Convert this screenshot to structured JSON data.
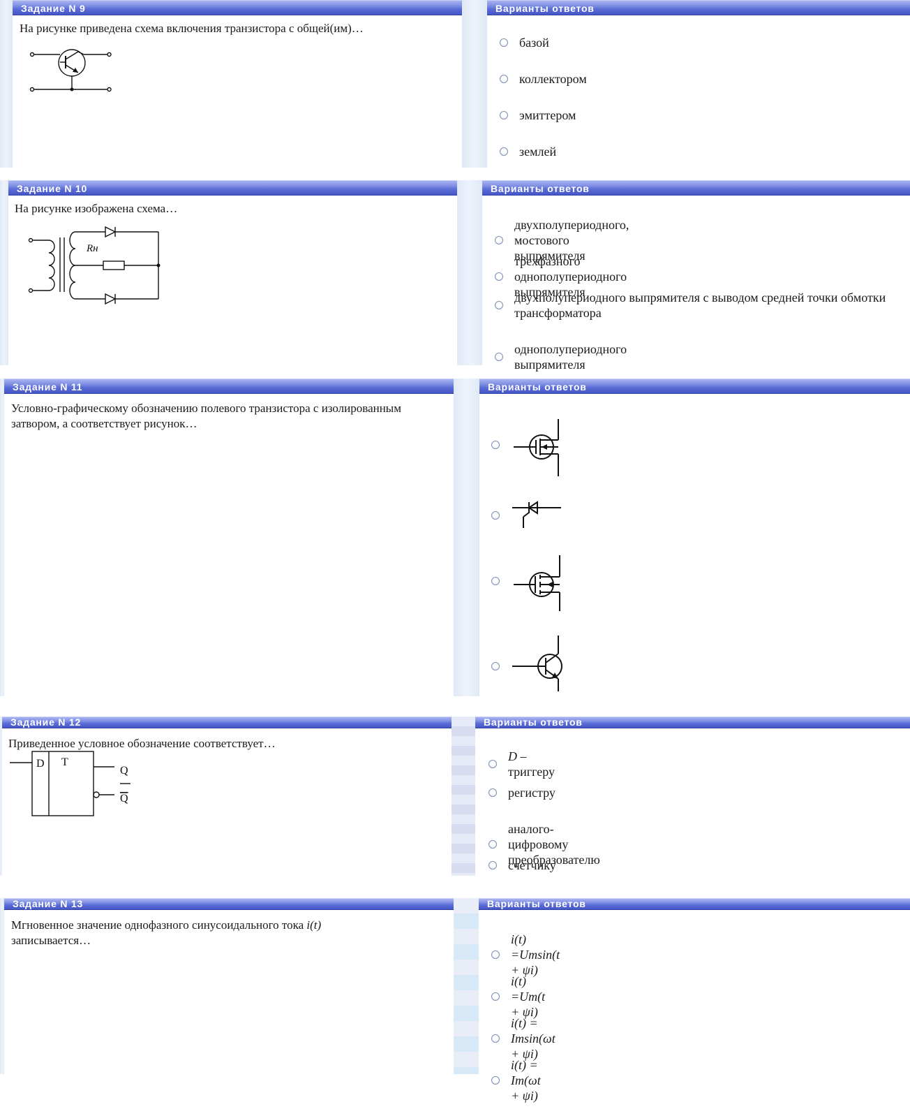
{
  "tasks": [
    {
      "header": "Задание N 9",
      "question": "На рисунке приведена схема включения транзистора с общей(им)…",
      "answers_header": "Варианты ответов",
      "options": [
        "базой",
        "коллектором",
        "эмиттером",
        "землей"
      ]
    },
    {
      "header": "Задание N 10",
      "question": "На рисунке изображена схема…",
      "figure_label": "Rн",
      "answers_header": "Варианты ответов",
      "options": [
        "двухполупериодного, мостового выпрямителя",
        "трехфазного однополупериодного выпрямителя",
        "двухполупериодного выпрямителя с выводом средней точки обмотки трансформатора",
        "однополупериодного выпрямителя"
      ]
    },
    {
      "header": "Задание N 11",
      "question": "Условно-графическому обозначению полевого транзистора с изолированным затвором, а соответствует рисунок…",
      "answers_header": "Варианты ответов",
      "option_icons": [
        "mosfet-depletion-symbol-icon",
        "thyristor-symbol-icon",
        "mosfet-enhancement-symbol-icon",
        "bipolar-transistor-symbol-icon"
      ]
    },
    {
      "header": "Задание N 12",
      "question": "Приведенное условное обозначение соответствует…",
      "figure": {
        "label_d": "D",
        "label_t": "T",
        "out_q": "Q",
        "out_q_bar": "Q"
      },
      "answers_header": "Варианты ответов",
      "options": [
        {
          "prefix": "D",
          "text": " –триггеру"
        },
        {
          "text": "регистру"
        },
        {
          "text": "аналого-цифровому преобразователю"
        },
        {
          "text": "счетчику"
        }
      ]
    },
    {
      "header": "Задание N 13",
      "question_part1": "Мгновенное значение однофазного синусоидального тока ",
      "question_var": "i(t)",
      "question_part2": "записывается…",
      "answers_header": "Варианты ответов",
      "options": [
        "i(t) =Umsin(t + ψi)",
        "i(t) =Um(t + ψi)",
        "i(t) = Imsin(ωt + ψi)",
        "i(t) = Im(ωt + ψi)"
      ]
    }
  ]
}
